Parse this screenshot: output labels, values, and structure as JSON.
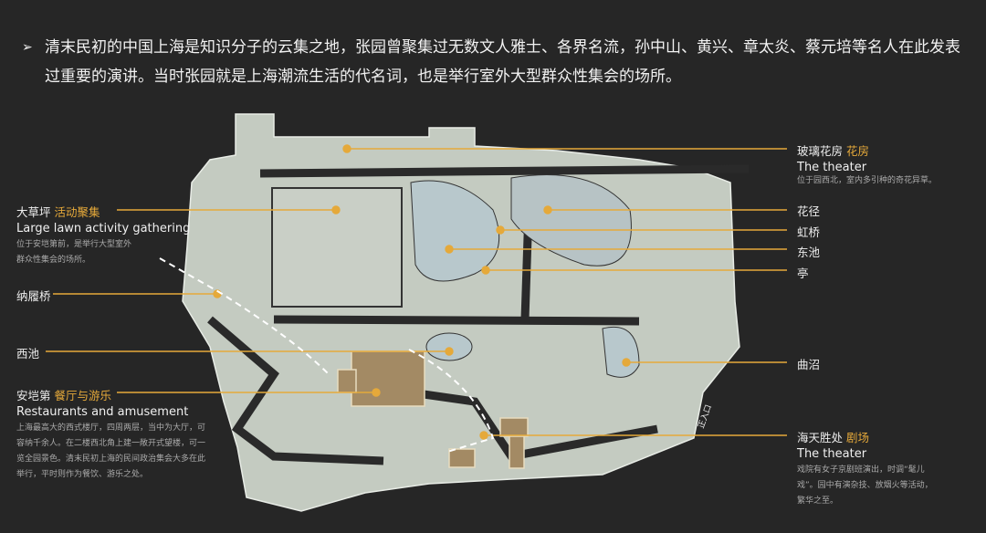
{
  "intro": {
    "bullet": "➢",
    "text": "清末民初的中国上海是知识分子的云集之地，张园曾聚集过无数文人雅士、各界名流，孙中山、黄兴、章太炎、蔡元培等名人在此发表过重要的演讲。当时张园就是上海潮流生活的代名词，也是举行室外大型群众性集会的场所。"
  },
  "colors": {
    "accent": "#e5a93a",
    "background": "#262626",
    "map": "#c4cbc1"
  },
  "labels": {
    "lawn": {
      "name": "大草坪",
      "tag": "活动聚集",
      "en": "Large lawn activity  gathering",
      "desc1": "位于安垲第前，是举行大型室外",
      "desc2": "群众性集会的场所。"
    },
    "bridge": {
      "name": "纳履桥"
    },
    "westpond": {
      "name": "西池"
    },
    "arcadia": {
      "name": "安垲第",
      "tag": "餐厅与游乐",
      "en": "Restaurants and amusement",
      "desc1": "上海最高大的西式楼厅，四周两层，当中为大厅，可",
      "desc2": "容纳千余人。在二楼西北角上建一敞开式望楼，可一",
      "desc3": "览全园景色。清末民初上海的民间政治集会大多在此",
      "desc4": "举行，平时则作为餐饮、游乐之处。"
    },
    "glasshouse": {
      "name": "玻璃花房",
      "tag": "花房",
      "en": "The theater",
      "desc": "位于园西北，室内多引种的奇花异草。"
    },
    "flowerpath": {
      "name": "花径"
    },
    "rainbowbridge": {
      "name": "虹桥"
    },
    "eastpond": {
      "name": "东池"
    },
    "pavilion": {
      "name": "亭"
    },
    "pond": {
      "name": "曲沼"
    },
    "theater": {
      "name": "海天胜处",
      "tag": "剧场",
      "en": "The theater",
      "desc1": "戏院有女子京剧班演出，时调“髦儿",
      "desc2": "戏”。园中有演杂技、放烟火等活动，",
      "desc3": "繁华之至。"
    },
    "entrance": {
      "name": "正入口"
    }
  }
}
